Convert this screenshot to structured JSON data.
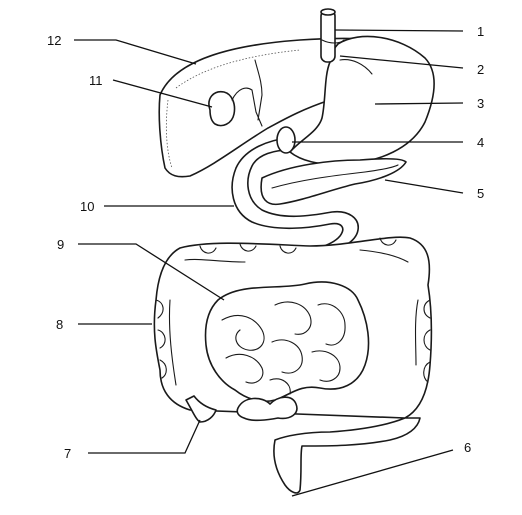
{
  "labels": [
    {
      "id": "1",
      "text": "1"
    },
    {
      "id": "2",
      "text": "2"
    },
    {
      "id": "3",
      "text": "3"
    },
    {
      "id": "4",
      "text": "4"
    },
    {
      "id": "5",
      "text": "5"
    },
    {
      "id": "6",
      "text": "6"
    },
    {
      "id": "7",
      "text": "7"
    },
    {
      "id": "8",
      "text": "8"
    },
    {
      "id": "9",
      "text": "9"
    },
    {
      "id": "10",
      "text": "10"
    },
    {
      "id": "11",
      "text": "11"
    },
    {
      "id": "12",
      "text": "12"
    }
  ],
  "colors": {
    "line": "#1a1a1a",
    "background": "#ffffff"
  }
}
